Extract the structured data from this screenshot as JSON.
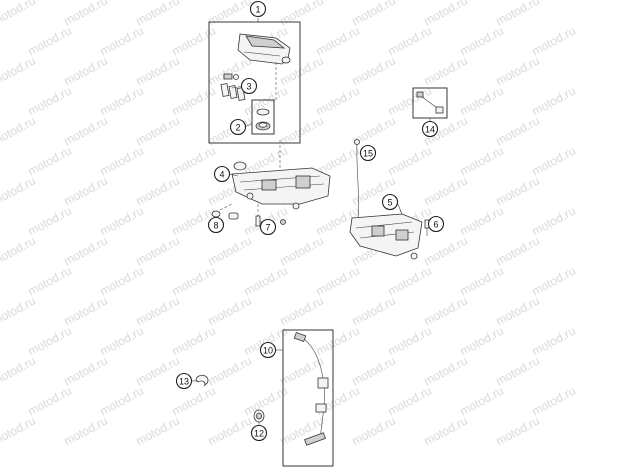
{
  "watermark": "motod.ru",
  "callouts": [
    {
      "label": "1"
    },
    {
      "label": "2"
    },
    {
      "label": "3"
    },
    {
      "label": "4"
    },
    {
      "label": "5"
    },
    {
      "label": "6"
    },
    {
      "label": "7"
    },
    {
      "label": "8"
    },
    {
      "label": "10"
    },
    {
      "label": "12"
    },
    {
      "label": "13"
    },
    {
      "label": "14"
    },
    {
      "label": "15"
    }
  ]
}
